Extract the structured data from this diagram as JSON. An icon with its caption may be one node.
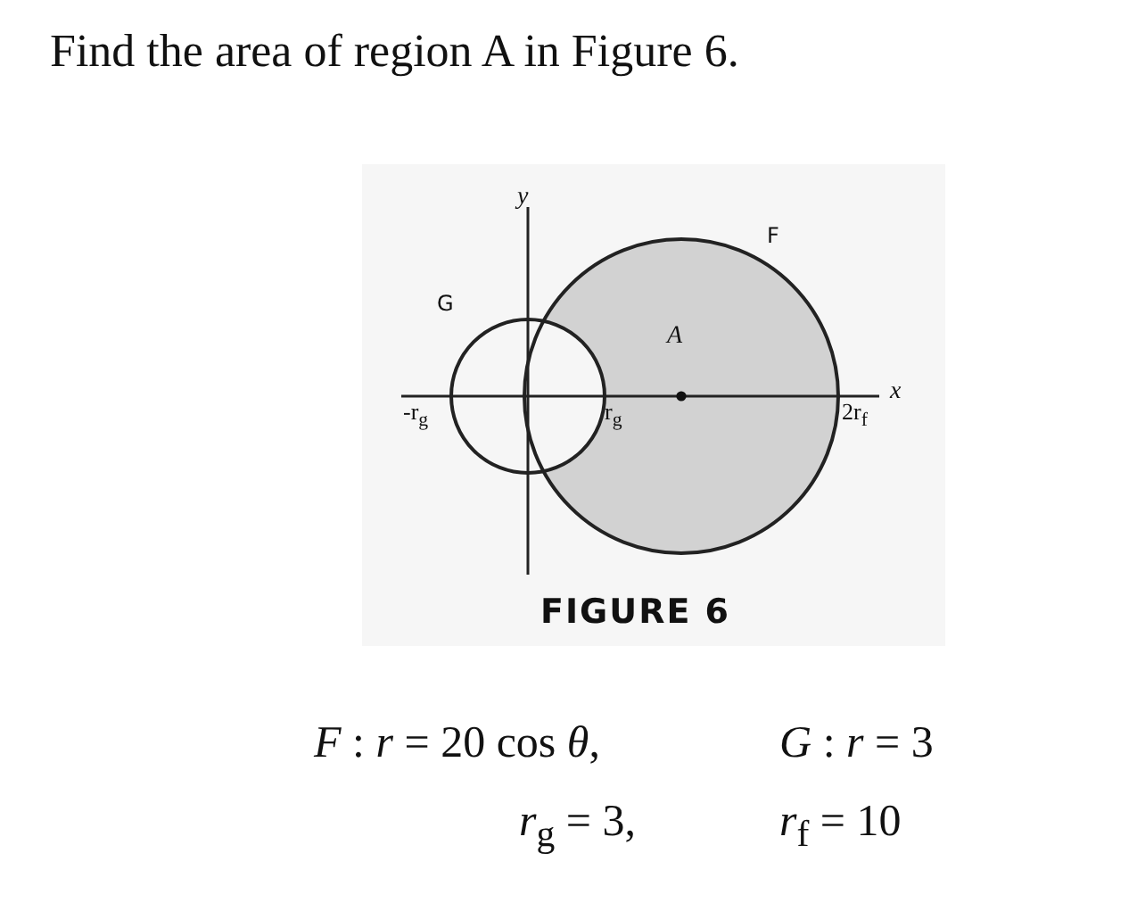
{
  "diagram": {
    "title": "Find the area of region A in Figure 6.",
    "caption": "FIGURE 6",
    "labels": [
      "y",
      "F",
      "G",
      "A",
      "-r$_{g}$",
      "r$_{g}$",
      "2r$_{f}$",
      "x",
      "*F* : *r* = 20 cos *θ*,",
      "*G* : *r* = 3",
      "*r*$_{g}$ = 3,",
      "*r*$_{f}$ = 10"
    ]
  }
}
